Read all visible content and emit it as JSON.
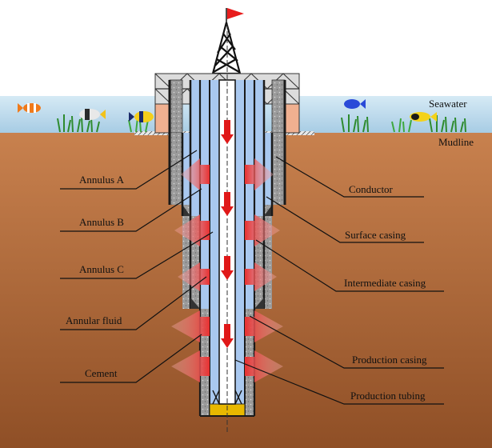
{
  "labels": {
    "seawater": "Seawater",
    "mudline": "Mudline",
    "annulus_a": "Annulus A",
    "annulus_b": "Annulus B",
    "annulus_c": "Annulus C",
    "annular_fluid": "Annular fluid",
    "cement": "Cement",
    "conductor": "Conductor",
    "surface_casing": "Surface casing",
    "intermediate_casing": "Intermediate casing",
    "production_casing": "Production casing",
    "production_tubing": "Production tubing"
  },
  "colors": {
    "seawater": "#bcd9ea",
    "soil_top": "#c8814e",
    "soil_bottom": "#96522a",
    "annulus_fill": "#a9c8ef",
    "cement": "#9a9a9a",
    "casing_steel": "#1a1a1a",
    "heat_arrow": "#e83a3a",
    "flow_arrow": "#e01818",
    "wellhead_box": "#f0b090",
    "flag": "#e81c1c",
    "seagrass": "#2e8b2e",
    "packer": "#e8b800"
  },
  "icons": [
    "derrick-icon",
    "flag-icon",
    "fish-icon",
    "seagrass-icon"
  ]
}
